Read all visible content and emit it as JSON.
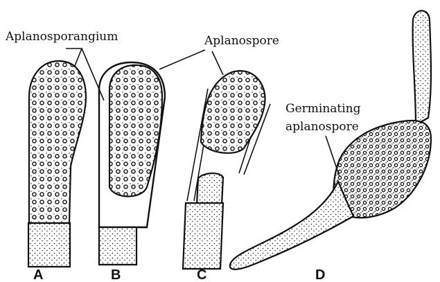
{
  "labels": {
    "aplanosporangium": "Aplanosporangium",
    "aplanospore": "Aplanospore",
    "germinating_line1": "Germinating",
    "germinating_line2": "aplanospore"
  },
  "panels": {
    "a": "A",
    "b": "B",
    "c": "C",
    "d": "D"
  },
  "colors": {
    "ink": "#111111",
    "paper": "#ffffff"
  }
}
